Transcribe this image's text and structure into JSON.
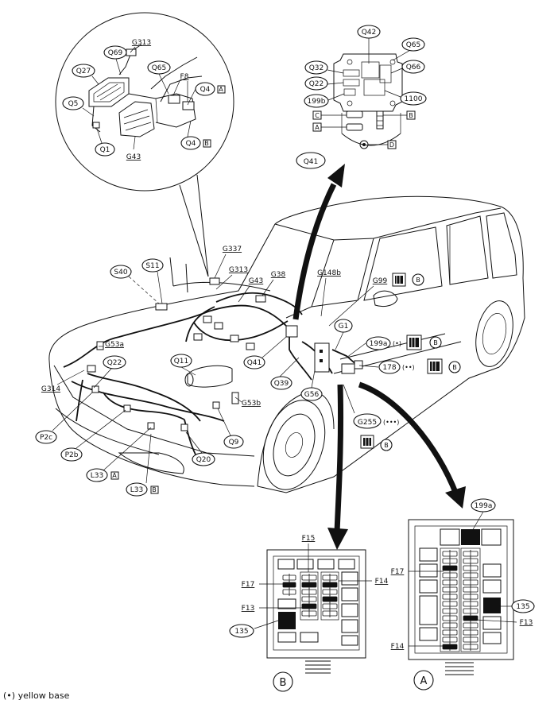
{
  "callouts": {
    "Q42": "Q42",
    "Q65_top": "Q65",
    "Q32": "Q32",
    "Q66": "Q66",
    "Q22": "Q22",
    "199b": "199b",
    "1100": "1100",
    "C": "C",
    "A": "A",
    "B": "B",
    "D": "D",
    "G313_inset": "G313",
    "Q69": "Q69",
    "Q27": "Q27",
    "Q65_inset": "Q65",
    "F8": "F8",
    "Q4": "Q4",
    "Q5": "Q5",
    "Q1": "Q1",
    "G43_inset": "G43",
    "Q41": "Q41",
    "G337": "G337",
    "G313": "G313",
    "S11": "S11",
    "S40": "S40",
    "G43": "G43",
    "G38": "G38",
    "G148b": "G148b",
    "G99": "G99",
    "G53a": "G53a",
    "G314": "G314",
    "Q22_car": "Q22",
    "Q11": "Q11",
    "G1": "G1",
    "199a": "199a",
    "178": "178",
    "Q41_car": "Q41",
    "Q39": "Q39",
    "G56": "G56",
    "G53b": "G53b",
    "G255": "G255",
    "P2c": "P2c",
    "P2b": "P2b",
    "L33": "L33",
    "Q20": "Q20",
    "Q9": "Q9",
    "F15": "F15",
    "F17": "F17",
    "F14": "F14",
    "F13": "F13",
    "135": "135"
  },
  "marks": {
    "one_dot": "(•)",
    "two_dot": "(••)",
    "three_dot": "(•••)",
    "circ_A": "A",
    "circ_B": "B"
  },
  "legend": {
    "yellow": "(•) yellow base"
  }
}
